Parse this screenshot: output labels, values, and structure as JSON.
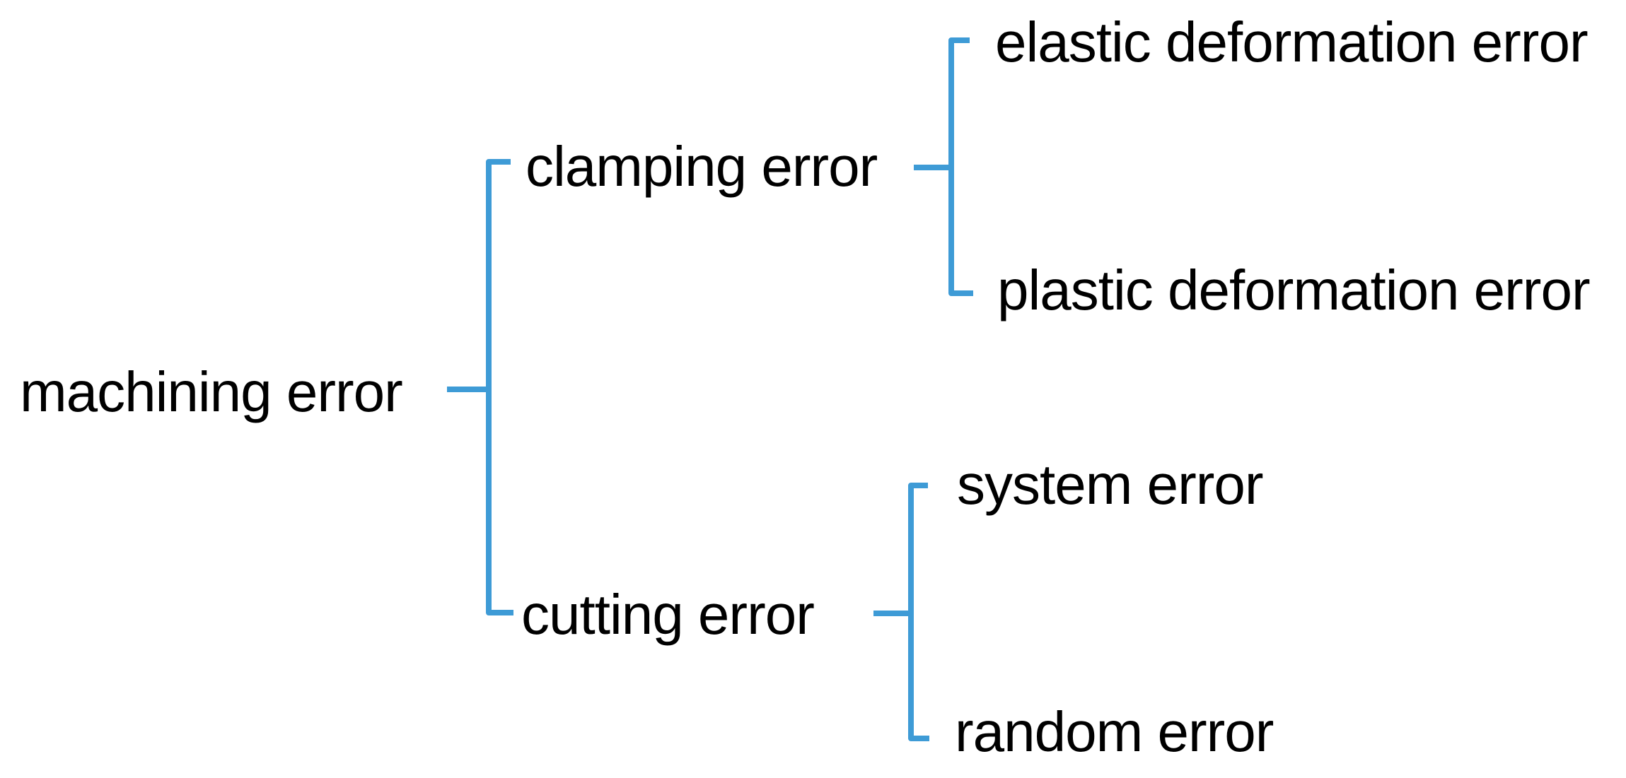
{
  "tree": {
    "label": "machining error",
    "children": [
      {
        "label": "clamping error",
        "children": [
          {
            "label": "elastic deformation error"
          },
          {
            "label": "plastic deformation error"
          }
        ]
      },
      {
        "label": "cutting error",
        "children": [
          {
            "label": "system error"
          },
          {
            "label": "random error"
          }
        ]
      }
    ]
  },
  "colors": {
    "line": "#3e9bd6",
    "text": "#000000",
    "background": "#ffffff"
  }
}
